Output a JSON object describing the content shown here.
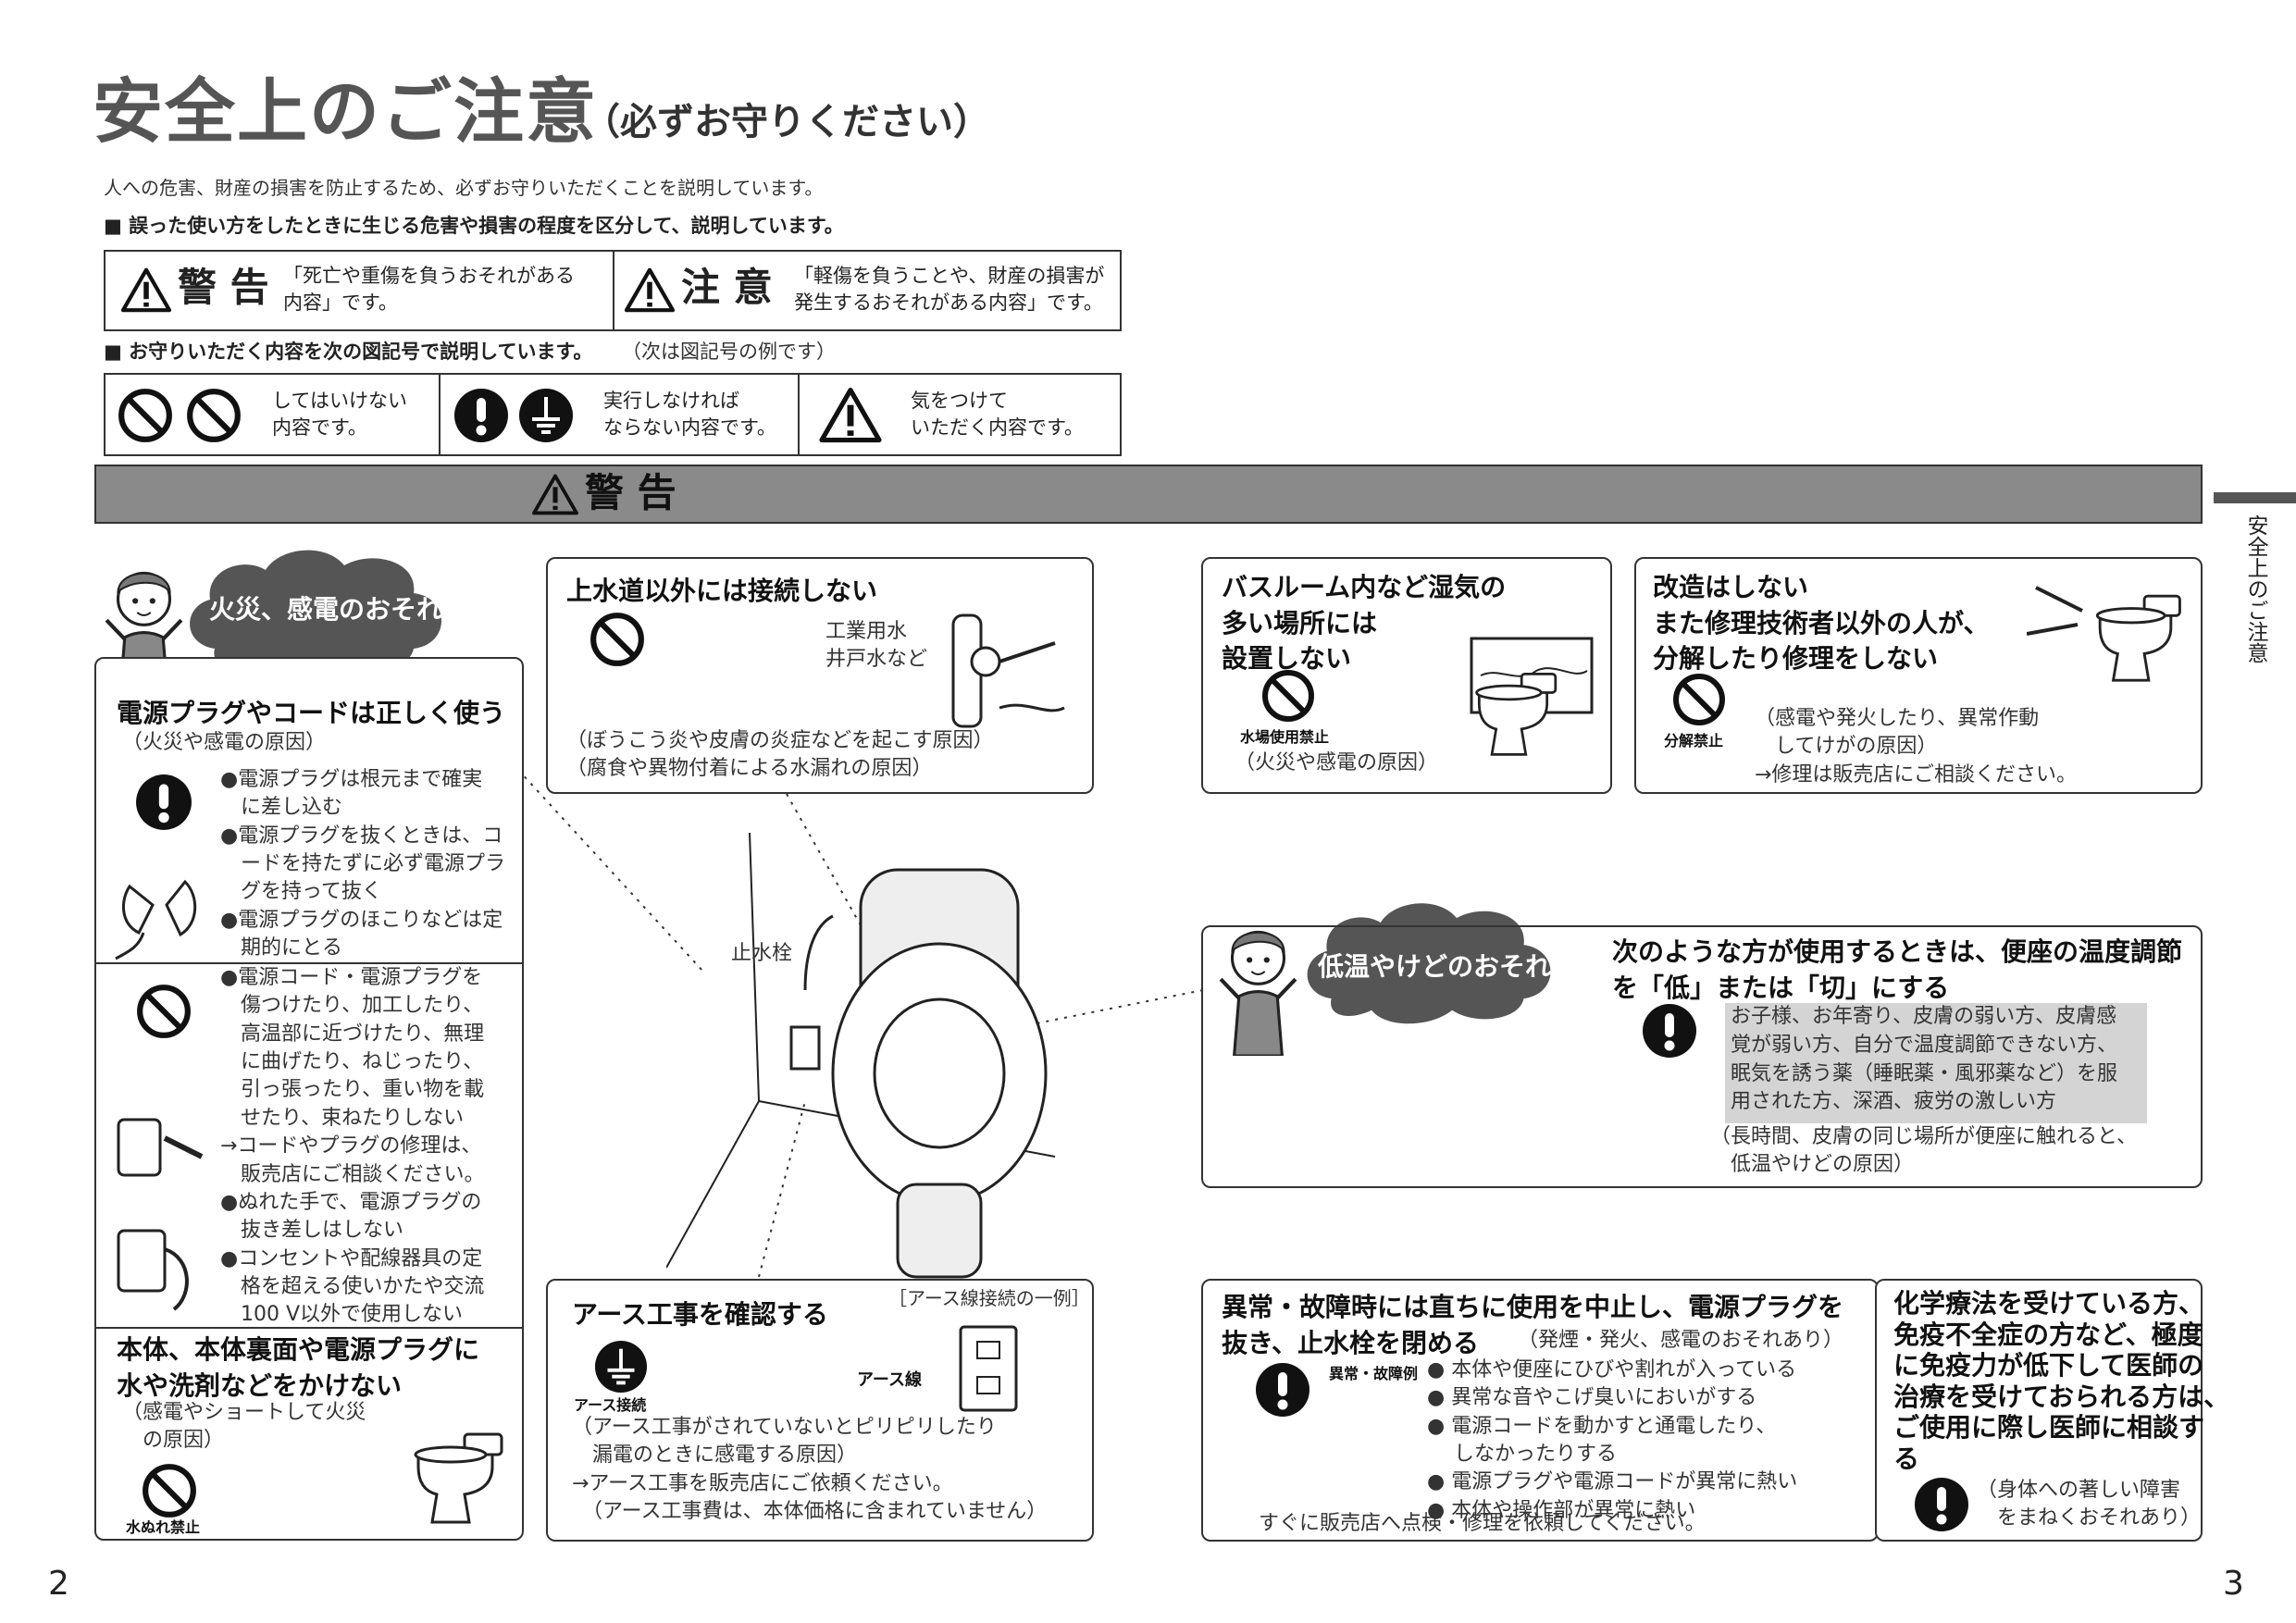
{
  "title": "安全上のご注意",
  "title_sub": "（必ずお守りください）",
  "intro": "人への危害、財産の損害を防止するため、必ずお守りいただくことを説明しています。",
  "section1_heading": "■ 誤った使い方をしたときに生じる危害や損害の程度を区分して、説明しています。",
  "levels": {
    "warning_label": "警 告",
    "warning_text": "「死亡や重傷を負うおそれがある\n内容」です。",
    "caution_label": "注 意",
    "caution_text": "「軽傷を負うことや、財産の損害が\n発生するおそれがある内容」です。"
  },
  "section2_heading": "■ お守りいただく内容を次の図記号で説明しています。",
  "section2_note": "（次は図記号の例です）",
  "symbols": {
    "prohibit_text": "してはいけない\n内容です。",
    "mandatory_text": "実行しなければ\nならない内容です。",
    "caution_text": "気をつけて\nいただく内容です。"
  },
  "banner": "警 告",
  "side_tab": "安全上のご注意",
  "page_left": "2",
  "page_right": "3",
  "fire": {
    "bubble": "火災、感電のおそれ",
    "plug_title": "電源プラグやコードは正しく使う",
    "plug_reason": "（火災や感電の原因）",
    "plug_list": "●電源プラグは根元まで確実\n　に差し込む\n●電源プラグを抜くときは、コ\n　ードを持たずに必ず電源プラ\n　グを持って抜く\n●電源プラグのほこりなどは定\n　期的にとる",
    "cord_list": "●電源コード・電源プラグを\n　傷つけたり、加工したり、\n　高温部に近づけたり、無理\n　に曲げたり、ねじったり、\n　引っ張ったり、重い物を載\n　せたり、束ねたりしない\n→コードやプラグの修理は、\n　販売店にご相談ください。\n●ぬれた手で、電源プラグの\n　抜き差しはしない\n●コンセントや配線器具の定\n　格を超える使いかたや交流\n　100 V以外で使用しない",
    "water_title": "本体、本体裏面や電源プラグに\n水や洗剤などをかけない",
    "water_reason": "（感電やショートして火災\n　の原因）",
    "water_icon_label": "水ぬれ禁止"
  },
  "supply": {
    "title": "上水道以外には接続しない",
    "water_types": "工業用水\n井戸水など",
    "reason": "（ぼうこう炎や皮膚の炎症などを起こす原因）\n（腐食や異物付着による水漏れの原因）"
  },
  "center": {
    "valve_label": "止水栓"
  },
  "earth": {
    "title": "アース工事を確認する",
    "example": "［アース線接続の一例］",
    "wire_label": "アース線",
    "icon_label": "アース接続",
    "text": "（アース工事がされていないとピリピリしたり\n　漏電のときに感電する原因）\n→アース工事を販売店にご依頼ください。\n　（アース工事費は、本体価格に含まれていません）"
  },
  "bath": {
    "title": "バスルーム内など湿気の\n多い場所には\n設置しない",
    "icon_label": "水場使用禁止",
    "reason": "（火災や感電の原因）"
  },
  "modify": {
    "title": "改造はしない\nまた修理技術者以外の人が、\n分解したり修理をしない",
    "icon_label": "分解禁止",
    "reason": "（感電や発火したり、異常作動\n　してけがの原因）\n→修理は販売店にご相談ください。"
  },
  "lowtemp": {
    "bubble": "低温やけどのおそれ",
    "title": "次のような方が使用するときは、便座の温度調節\nを「低」または「切」にする",
    "highlight": "お子様、お年寄り、皮膚の弱い方、皮膚感\n覚が弱い方、自分で温度調節できない方、\n眠気を誘う薬（睡眠薬・風邪薬など）を服\n用された方、深酒、疲労の激しい方",
    "reason": "（長時間、皮膚の同じ場所が便座に触れると、\n　低温やけどの原因）"
  },
  "fault": {
    "title": "異常・故障時には直ちに使用を中止し、電源プラグを\n抜き、止水栓を閉める",
    "note": "（発煙・発火、感電のおそれあり）",
    "example_label": "異常・故障例",
    "list": "● 本体や便座にひびや割れが入っている\n● 異常な音やこげ臭いにおいがする\n● 電源コードを動かすと通電したり、\n　 しなかったりする\n● 電源プラグや電源コードが異常に熱い\n● 本体や操作部が異常に熱い",
    "footer": "すぐに販売店へ点検・修理を依頼してください。"
  },
  "chemo": {
    "title": "化学療法を受けている方、\n免疫不全症の方など、極度\nに免疫力が低下して医師の\n治療を受けておられる方は、\nご使用に際し医師に相談す\nる",
    "reason": "（身体への著しい障害\n　をまねくおそれあり）"
  }
}
